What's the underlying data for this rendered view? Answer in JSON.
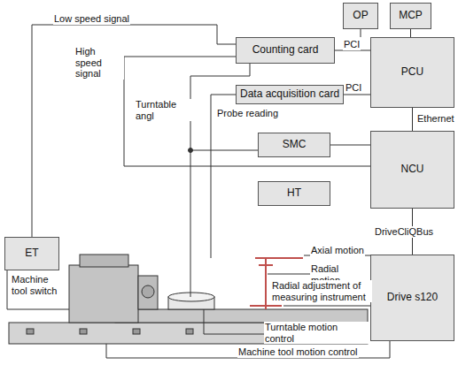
{
  "diagram": {
    "nodes": [
      {
        "text": [
          "OP"
        ]
      },
      {
        "text": [
          "MCP"
        ]
      },
      {
        "text": [
          "PCU"
        ]
      },
      {
        "text": [
          "Counting card"
        ]
      },
      {
        "text": [
          "Data acquisition card"
        ]
      },
      {
        "text": [
          "SMC"
        ]
      },
      {
        "text": [
          "NCU"
        ]
      },
      {
        "text": [
          "HT"
        ]
      },
      {
        "text": [
          "Drive s120"
        ]
      },
      {
        "text": [
          "ET"
        ]
      }
    ],
    "edges": [
      {
        "from": 0,
        "to": 2,
        "arrow": "none"
      },
      {
        "from": 1,
        "to": 2,
        "arrow": "none"
      },
      {
        "from": 3,
        "to": 2,
        "label": "PCI",
        "arrow": "none"
      },
      {
        "from": 4,
        "to": 2,
        "label": "PCI",
        "arrow": "none"
      },
      {
        "from": 2,
        "to": 6,
        "label": "Ethernet",
        "arrow": "none"
      },
      {
        "from": 5,
        "to": 6,
        "arrow": "none"
      },
      {
        "from": 6,
        "to": 8,
        "label": "DriveCliQBus",
        "arrow": "none"
      },
      {
        "from": 9,
        "to": 3,
        "label": "Low speed signal",
        "arrow": "none"
      },
      {
        "from": 3,
        "to": 6,
        "label": "High speed signal",
        "arrow": "none"
      }
    ],
    "labels": [
      "Turntable angl",
      "Probe reading",
      "Machine tool switch",
      "Axial motion",
      "Radial motion",
      "Radial adjustment of measuring instrument",
      "Turntable motion control",
      "Machine tool motion control"
    ]
  }
}
